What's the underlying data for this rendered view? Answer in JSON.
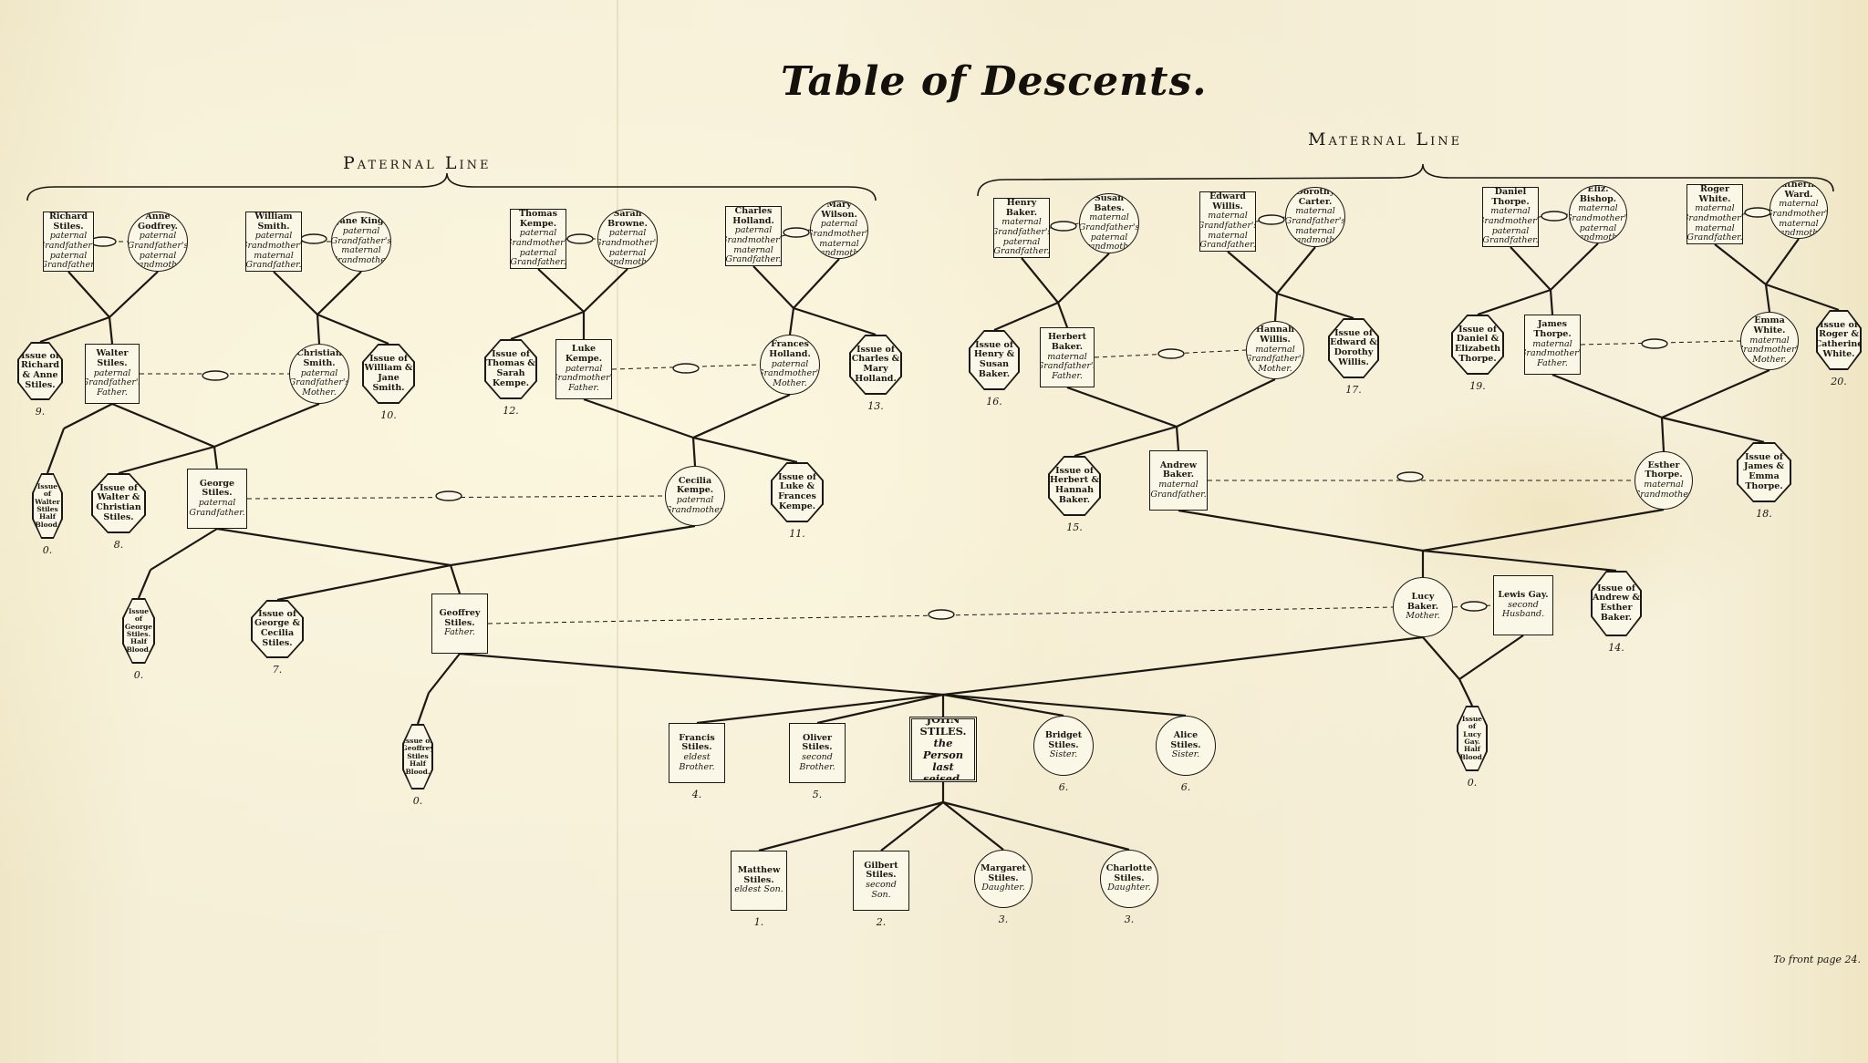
{
  "title": "Table of Descents.",
  "paternal_heading": "Paternal Line",
  "maternal_heading": "Maternal Line",
  "footer_note": "To front page 24.",
  "nodes": {
    "richard_stiles": {
      "name": "Richard Stiles.",
      "role": "paternal Grandfather's paternal Grandfather."
    },
    "anne_godfrey": {
      "name": "Anne Godfrey.",
      "role": "paternal Grandfather's paternal Grandmother."
    },
    "william_smith": {
      "name": "William Smith.",
      "role": "paternal Grandmother's maternal Grandfather."
    },
    "jane_king": {
      "name": "Jane King.",
      "role": "paternal Grandfather's maternal Grandmother."
    },
    "thomas_kempe": {
      "name": "Thomas Kempe.",
      "role": "paternal Grandmother's paternal Grandfather."
    },
    "sarah_browne": {
      "name": "Sarah Browne.",
      "role": "paternal Grandmother's paternal Grandmother."
    },
    "charles_holland": {
      "name": "Charles Holland.",
      "role": "paternal Grandmother's maternal Grandfather."
    },
    "mary_wilson": {
      "name": "Mary Wilson.",
      "role": "paternal Grandmother's maternal Grandmother."
    },
    "henry_baker": {
      "name": "Henry Baker.",
      "role": "maternal Grandfather's paternal Grandfather."
    },
    "susan_bates": {
      "name": "Susan Bates.",
      "role": "maternal Grandfather's paternal Grandmother."
    },
    "edward_willis": {
      "name": "Edward Willis.",
      "role": "maternal Grandfather's maternal Grandfather."
    },
    "dorothy_carter": {
      "name": "Dorothy Carter.",
      "role": "maternal Grandfather's maternal Grandmother."
    },
    "daniel_thorpe": {
      "name": "Daniel Thorpe.",
      "role": "maternal Grandmother's paternal Grandfather."
    },
    "eliz_bishop": {
      "name": "Eliz. Bishop.",
      "role": "maternal Grandmother's paternal Grandmother."
    },
    "roger_white": {
      "name": "Roger White.",
      "role": "maternal Grandmother's maternal Grandfather."
    },
    "catherine_ward": {
      "name": "Catherine Ward.",
      "role": "maternal Grandmother's maternal Grandmother."
    },
    "issue_richard_anne": {
      "name": "Issue of Richard & Anne Stiles.",
      "num": "9."
    },
    "walter_stiles": {
      "name": "Walter Stiles.",
      "role": "paternal Grandfather's Father."
    },
    "christian_smith": {
      "name": "Christian Smith.",
      "role": "paternal Grandfather's Mother."
    },
    "issue_william_jane": {
      "name": "Issue of William & Jane Smith.",
      "num": "10."
    },
    "issue_thomas_sarah": {
      "name": "Issue of Thomas & Sarah Kempe.",
      "num": "12."
    },
    "luke_kempe": {
      "name": "Luke Kempe.",
      "role": "paternal Grandmother's Father."
    },
    "frances_holland": {
      "name": "Frances Holland.",
      "role": "paternal Grandmother's Mother."
    },
    "issue_charles_mary": {
      "name": "Issue of Charles & Mary Holland.",
      "num": "13."
    },
    "issue_henry_susan": {
      "name": "Issue of Henry & Susan Baker.",
      "num": "16."
    },
    "herbert_baker": {
      "name": "Herbert Baker.",
      "role": "maternal Grandfather's Father."
    },
    "hannah_willis": {
      "name": "Hannah Willis.",
      "role": "maternal Grandfather's Mother."
    },
    "issue_edward_dorothy": {
      "name": "Issue of Edward & Dorothy Willis.",
      "num": "17."
    },
    "issue_daniel_elizabeth": {
      "name": "Issue of Daniel & Elizabeth Thorpe.",
      "num": "19."
    },
    "james_thorpe": {
      "name": "James Thorpe.",
      "role": "maternal Grandmother's Father."
    },
    "emma_white": {
      "name": "Emma White.",
      "role": "maternal Grandmother's Mother."
    },
    "issue_roger_catherine": {
      "name": "Issue of Roger & Catherine White.",
      "num": "20."
    },
    "issue_walter_half": {
      "name": "Issue of Walter Stiles Half Blood.",
      "num": "0."
    },
    "issue_walter_christian": {
      "name": "Issue of Walter & Christian Stiles.",
      "num": "8."
    },
    "george_stiles": {
      "name": "George Stiles.",
      "role": "paternal Grandfather."
    },
    "cecilia_kempe": {
      "name": "Cecilia Kempe.",
      "role": "paternal Grandmother."
    },
    "issue_luke_frances": {
      "name": "Issue of Luke & Frances Kempe.",
      "num": "11."
    },
    "issue_herbert_hannah": {
      "name": "Issue of Herbert & Hannah Baker.",
      "num": "15."
    },
    "andrew_baker": {
      "name": "Andrew Baker.",
      "role": "maternal Grandfather."
    },
    "esther_thorpe": {
      "name": "Esther Thorpe.",
      "role": "maternal Grandmother."
    },
    "issue_james_emma": {
      "name": "Issue of James & Emma Thorpe.",
      "num": "18."
    },
    "issue_george_half": {
      "name": "Issue of George Stiles. Half Blood.",
      "num": "0."
    },
    "issue_george_cecilia": {
      "name": "Issue of George & Cecilia Stiles.",
      "num": "7."
    },
    "geoffrey_stiles": {
      "name": "Geoffrey Stiles.",
      "role": "Father."
    },
    "lucy_baker": {
      "name": "Lucy Baker.",
      "role": "Mother."
    },
    "lewis_gay": {
      "name": "Lewis Gay.",
      "role": "second Husband."
    },
    "issue_andrew_esther": {
      "name": "Issue of Andrew & Esther Baker.",
      "num": "14."
    },
    "issue_geoffrey_half": {
      "name": "Issue of Geoffrey Stiles Half Blood.",
      "num": "0."
    },
    "issue_lucy_gay": {
      "name": "Issue of Lucy Gay. Half Blood.",
      "num": "0."
    },
    "francis_stiles": {
      "name": "Francis Stiles.",
      "role": "eldest Brother.",
      "num": "4."
    },
    "oliver_stiles": {
      "name": "Oliver Stiles.",
      "role": "second Brother.",
      "num": "5."
    },
    "john_stiles": {
      "name": "JOHN STILES.",
      "role": "the Person last seised."
    },
    "bridget_stiles": {
      "name": "Bridget Stiles.",
      "role": "Sister.",
      "num": "6."
    },
    "alice_stiles": {
      "name": "Alice Stiles.",
      "role": "Sister.",
      "num": "6."
    },
    "matthew_stiles": {
      "name": "Matthew Stiles.",
      "role": "eldest Son.",
      "num": "1."
    },
    "gilbert_stiles": {
      "name": "Gilbert Stiles.",
      "role": "second Son.",
      "num": "2."
    },
    "margaret_stiles": {
      "name": "Margaret Stiles.",
      "role": "Daughter.",
      "num": "3."
    },
    "charlotte_stiles": {
      "name": "Charlotte Stiles.",
      "role": "Daughter.",
      "num": "3."
    }
  },
  "colors": {
    "ink": "#1b1712",
    "paper": "#f4eed9"
  }
}
